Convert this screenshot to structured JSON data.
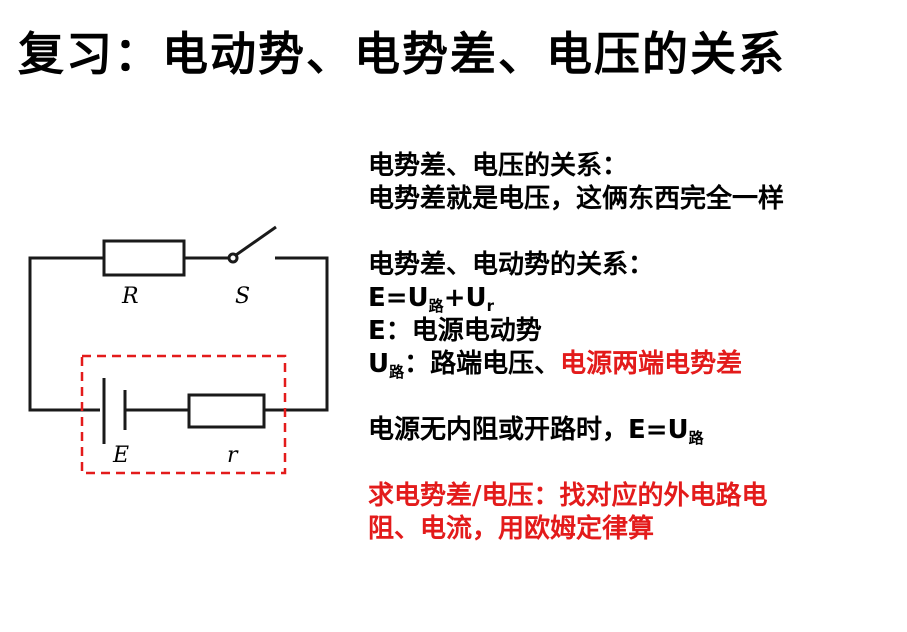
{
  "title": "复习：电动势、电势差、电压的关系",
  "circuit": {
    "labels": {
      "R": "R",
      "S": "S",
      "E": "E",
      "r": "r"
    },
    "colors": {
      "line": "#1a1a1a",
      "dashed_box": "#e31b1b"
    }
  },
  "notes": {
    "s1_heading": "电势差、电压的关系：",
    "s1_body": "电势差就是电压，这俩东西完全一样",
    "s2_heading": "电势差、电动势的关系：",
    "formula": {
      "lhs": "E=U",
      "sub1": "路",
      "plus": "+U",
      "sub2": "r"
    },
    "e_def": "E：电源电动势",
    "u_def": {
      "u": "U",
      "sub": "路",
      "text": "：路端电压、",
      "red": "电源两端电势差"
    },
    "s3": {
      "text": "电源无内阻或开路时，E=U",
      "sub": "路"
    },
    "s4_line1": "求电势差/电压：找对应的外电路电",
    "s4_line2": "阻、电流，用欧姆定律算"
  },
  "colors": {
    "accent_red": "#e31b1b",
    "text": "#000000"
  }
}
